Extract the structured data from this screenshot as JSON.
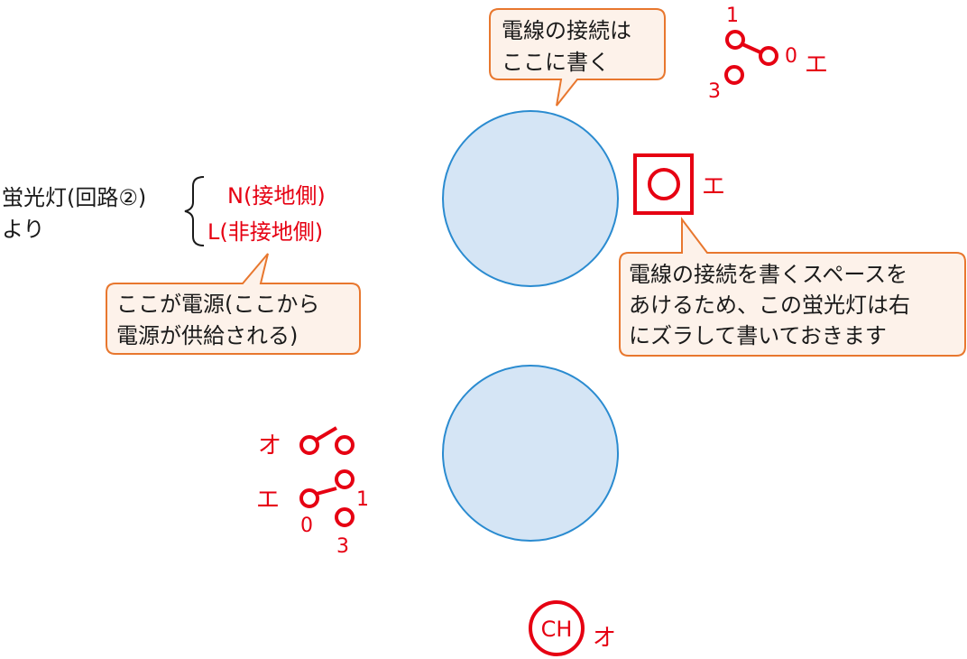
{
  "colors": {
    "red": "#e60012",
    "junction_fill": "#d5e5f5",
    "junction_stroke": "#2a8bd0",
    "callout_fill": "#fdf2ea",
    "callout_stroke": "#e8772e"
  },
  "callouts": {
    "top": {
      "line1": "電線の接続は",
      "line2": "ここに書く"
    },
    "left": {
      "line1": "ここが電源(ここから",
      "line2": "電源が供給される)"
    },
    "right": {
      "line1": "電線の接続を書くスペースを",
      "line2": "あけるため、この蛍光灯は右",
      "line3": "にズラして書いておきます"
    }
  },
  "source": {
    "line1": "蛍光灯(回路②)",
    "line2": "より",
    "n_label": "N(接地側)",
    "l_label": "L(非接地側)"
  },
  "switch_top_right": {
    "t1": "1",
    "t0": "0",
    "t3": "3",
    "label": "エ"
  },
  "fluorescent_label": "エ",
  "switch_left_single": {
    "label": "オ"
  },
  "switch_left_3way": {
    "label": "エ",
    "t1": "1",
    "t0": "0",
    "t3": "3"
  },
  "ceiling_light": {
    "symbol": "CH",
    "label": "オ"
  }
}
